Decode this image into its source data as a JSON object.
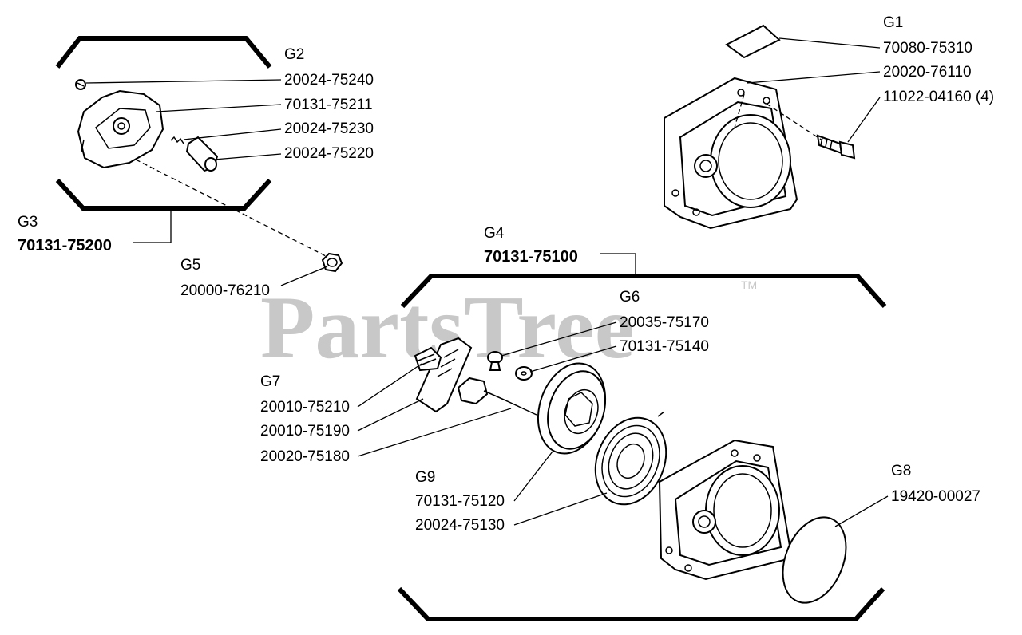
{
  "watermark": {
    "text": "PartsTree",
    "tm": "TM"
  },
  "callouts": {
    "g1": {
      "ref": "G1",
      "parts": [
        "70080-75310",
        "20020-76110",
        "11022-04160 (4)"
      ]
    },
    "g2": {
      "ref": "G2",
      "parts": [
        "20024-75240",
        "70131-75211",
        "20024-75230",
        "20024-75220"
      ]
    },
    "g3": {
      "ref": "G3",
      "assembly": "70131-75200"
    },
    "g4": {
      "ref": "G4",
      "assembly": "70131-75100"
    },
    "g5": {
      "ref": "G5",
      "part": "20000-76210"
    },
    "g6": {
      "ref": "G6",
      "parts": [
        "20035-75170",
        "70131-75140"
      ]
    },
    "g7": {
      "ref": "G7",
      "parts": [
        "20010-75210",
        "20010-75190",
        "20020-75180"
      ]
    },
    "g8": {
      "ref": "G8",
      "part": "19420-00027"
    },
    "g9": {
      "ref": "G9",
      "parts": [
        "70131-75120",
        "20024-75130"
      ]
    }
  }
}
